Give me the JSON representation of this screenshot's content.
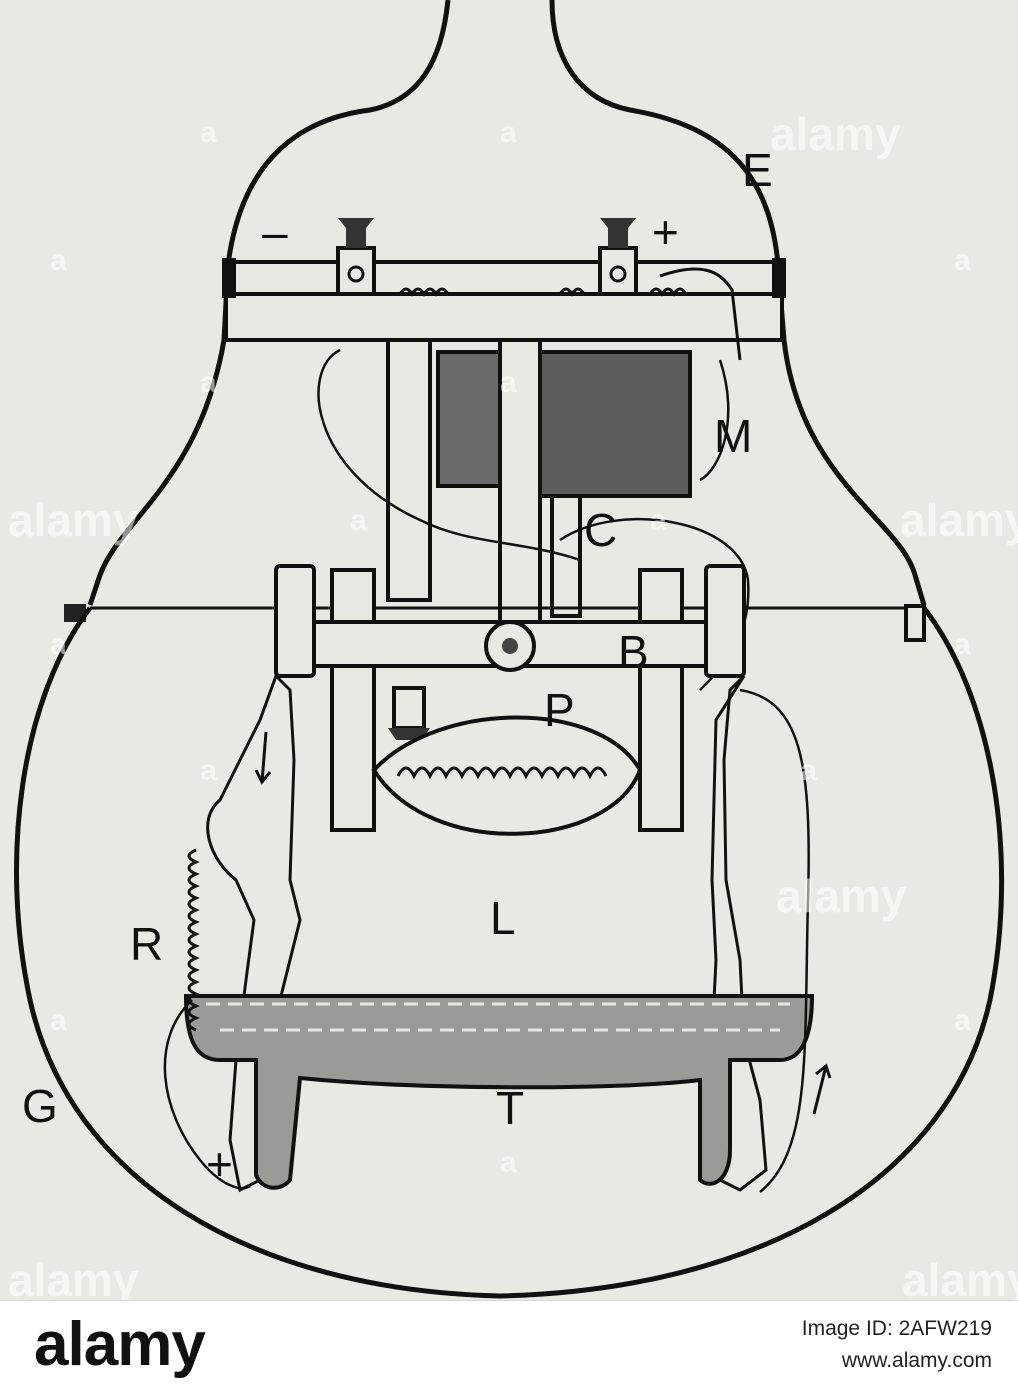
{
  "labels": {
    "E": "E",
    "minus": "–",
    "plus": "+",
    "M": "M",
    "C": "C",
    "B": "B",
    "P": "P",
    "L": "L",
    "R": "R",
    "G": "G",
    "T": "T",
    "plus_bottom": "+"
  },
  "watermark": {
    "text": "alamy",
    "letter": "a"
  },
  "footer": {
    "brand": "alamy",
    "image_id": "Image ID: 2AFW219",
    "site": "www.alamy.com"
  },
  "colors": {
    "background": "#e9e9e4",
    "ink": "#111111",
    "footer_background": "#ffffff"
  }
}
